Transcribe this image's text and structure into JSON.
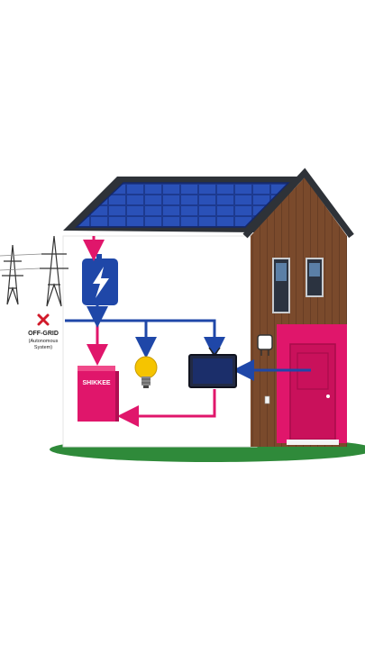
{
  "labels": {
    "off_grid": "OFF-GRID",
    "autonomous_line1": "(Autonomous",
    "autonomous_line2": "System)",
    "box_brand": "SHIKKEE"
  },
  "icons": {
    "battery": "lightning-bolt-battery",
    "grid": "power-pylon",
    "cross": "x-mark",
    "bulb": "light-bulb",
    "tv": "television",
    "outlet": "wall-socket"
  },
  "colors": {
    "magenta": "#e0166b",
    "blue": "#1f47a8",
    "panel": "#1d3a8f",
    "wood": "#7a4a2c",
    "roof": "#2e3238",
    "grass": "#2f8a3a",
    "door": "#e0166b"
  }
}
